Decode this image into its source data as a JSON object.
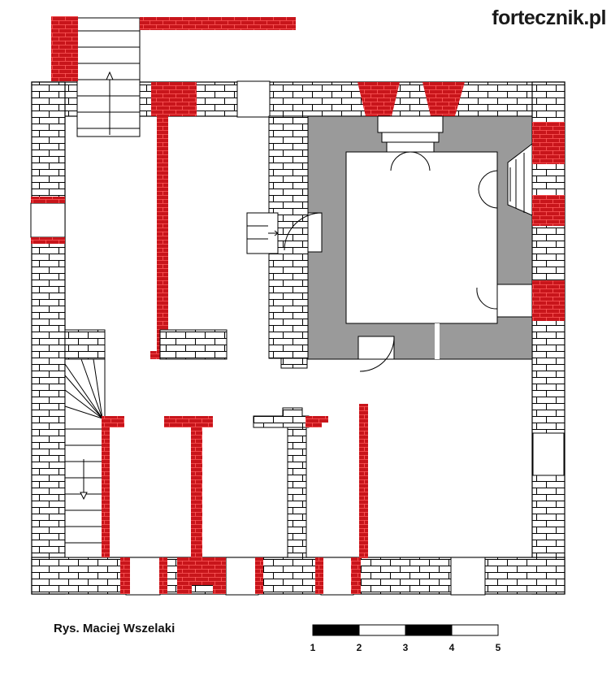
{
  "watermark": "fortecznik.pl",
  "credit": "Rys. Maciej Wszelaki",
  "scale_bar": {
    "labels": [
      "1",
      "2",
      "3",
      "4",
      "5"
    ],
    "segment_colors": [
      "#000000",
      "#ffffff",
      "#000000",
      "#ffffff"
    ]
  },
  "legend_colors": {
    "brick_red": "#c8151b",
    "grey_fill": "#9a9a9a",
    "brick_white": "#ffffff",
    "line": "#000000"
  }
}
